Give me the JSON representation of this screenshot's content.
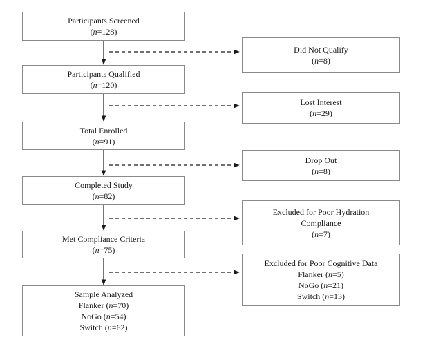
{
  "flow": {
    "main": [
      {
        "title": "Participants Screened",
        "n_prefix": "(",
        "n_var": "n",
        "n_suffix": "=128)"
      },
      {
        "title": "Participants Qualified",
        "n_prefix": "(",
        "n_var": "n",
        "n_suffix": "=120)"
      },
      {
        "title": "Total Enrolled",
        "n_prefix": "(",
        "n_var": "n",
        "n_suffix": "=91)"
      },
      {
        "title": "Completed Study",
        "n_prefix": "(",
        "n_var": "n",
        "n_suffix": "=82)"
      },
      {
        "title": "Met Compliance Criteria",
        "n_prefix": "(",
        "n_var": "n",
        "n_suffix": "=75)"
      }
    ],
    "final": {
      "title": "Sample Analyzed",
      "rows": [
        {
          "label": "Flanker (",
          "n_var": "n",
          "suffix": "=70)"
        },
        {
          "label": "NoGo (",
          "n_var": "n",
          "suffix": "=54)"
        },
        {
          "label": "Switch (",
          "n_var": "n",
          "suffix": "=62)"
        }
      ]
    },
    "side": [
      {
        "title": "Did Not Qualify",
        "n_prefix": "(",
        "n_var": "n",
        "n_suffix": "=8)"
      },
      {
        "title": "Lost Interest",
        "n_prefix": "(",
        "n_var": "n",
        "n_suffix": "=29)"
      },
      {
        "title": "Drop Out",
        "n_prefix": "(",
        "n_var": "n",
        "n_suffix": "=8)"
      },
      {
        "title_line1": "Excluded for Poor Hydration",
        "title_line2": "Compliance",
        "n_prefix": "(",
        "n_var": "n",
        "n_suffix": "=7)"
      },
      {
        "title": "Excluded for Poor Cognitive Data",
        "rows": [
          {
            "label": "Flanker (",
            "n_var": "n",
            "suffix": "=5)"
          },
          {
            "label": "NoGo (",
            "n_var": "n",
            "suffix": "=21)"
          },
          {
            "label": "Switch (",
            "n_var": "n",
            "suffix": "=13)"
          }
        ]
      }
    ]
  }
}
